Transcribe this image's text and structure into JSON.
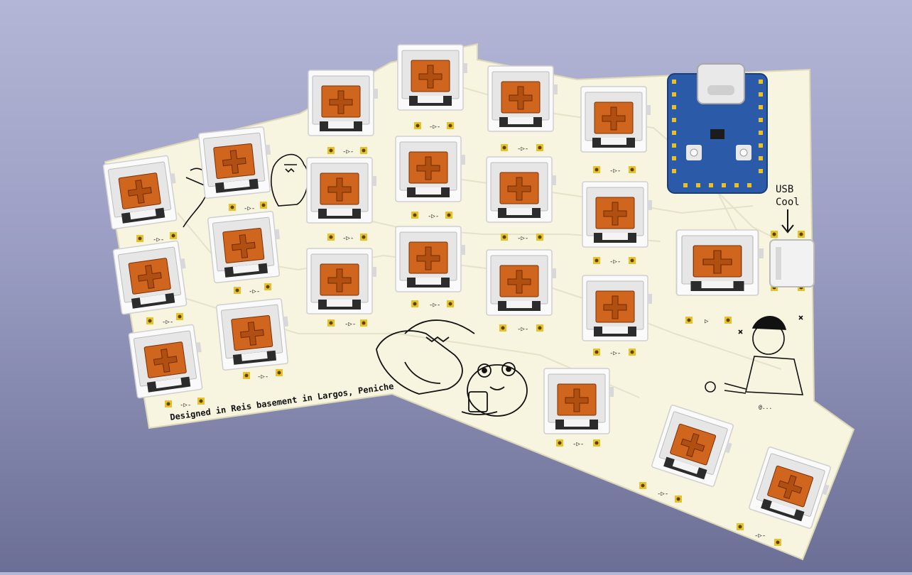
{
  "viewer": {
    "background_top": "#b4b6d6",
    "background_bottom": "#6c6f95"
  },
  "board": {
    "pcb_color": "#f7f4e0",
    "silk_color": "#111111",
    "pad_color": "#e8c02a",
    "credit_text": "Designed in Reis basement in Largos, Peniche",
    "usb_label_line1": "USB",
    "usb_label_line2": "Cool",
    "artist_credit": "@...",
    "artwork": [
      "shark-doodle",
      "frog-with-coffee",
      "shark-in-bag",
      "character-doodle"
    ]
  },
  "mcu": {
    "pcb_color": "#2b5aa8",
    "connector": "usb-c"
  },
  "switch": {
    "housing_color": "#f1f1f1",
    "stem_color": "#d0651e"
  }
}
